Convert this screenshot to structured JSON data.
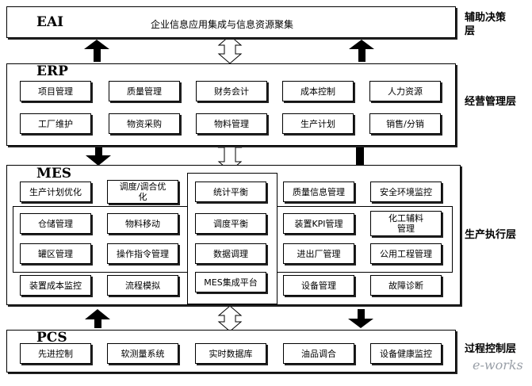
{
  "layer_labels": {
    "eai": "辅助决策层",
    "erp": "经营管理层",
    "mes": "生产执行层",
    "pcs": "过程控制层"
  },
  "eai": {
    "title": "EAI",
    "subtitle": "企业信息应用集成与信息资源聚集"
  },
  "erp": {
    "title": "ERP",
    "row1": [
      "项目管理",
      "质量管理",
      "财务会计",
      "成本控制",
      "人力资源"
    ],
    "row2": [
      "工厂维护",
      "物资采购",
      "物料管理",
      "生产计划",
      "销售/分销"
    ]
  },
  "mes": {
    "title": "MES",
    "top_left": [
      "生产计划优化",
      "调度/调合优化"
    ],
    "top_center": "统计平衡",
    "top_right": [
      "质量信息管理",
      "安全环境监控"
    ],
    "mid_left": [
      "仓储管理",
      "物料移动",
      "罐区管理",
      "操作指令管理"
    ],
    "center": [
      "调度平衡",
      "数据调理",
      "MES集成平台"
    ],
    "mid_right": [
      "装置KPI管理",
      "化工辅料管理",
      "进出厂管理",
      "公用工程管理"
    ],
    "bottom_left": [
      "装置成本监控",
      "流程模拟"
    ],
    "bottom_right": [
      "设备管理",
      "故障诊断"
    ]
  },
  "pcs": {
    "title": "PCS",
    "items": [
      "先进控制",
      "软测量系统",
      "实时数据库",
      "油品调合",
      "设备健康监控"
    ]
  },
  "watermark": "e-works"
}
